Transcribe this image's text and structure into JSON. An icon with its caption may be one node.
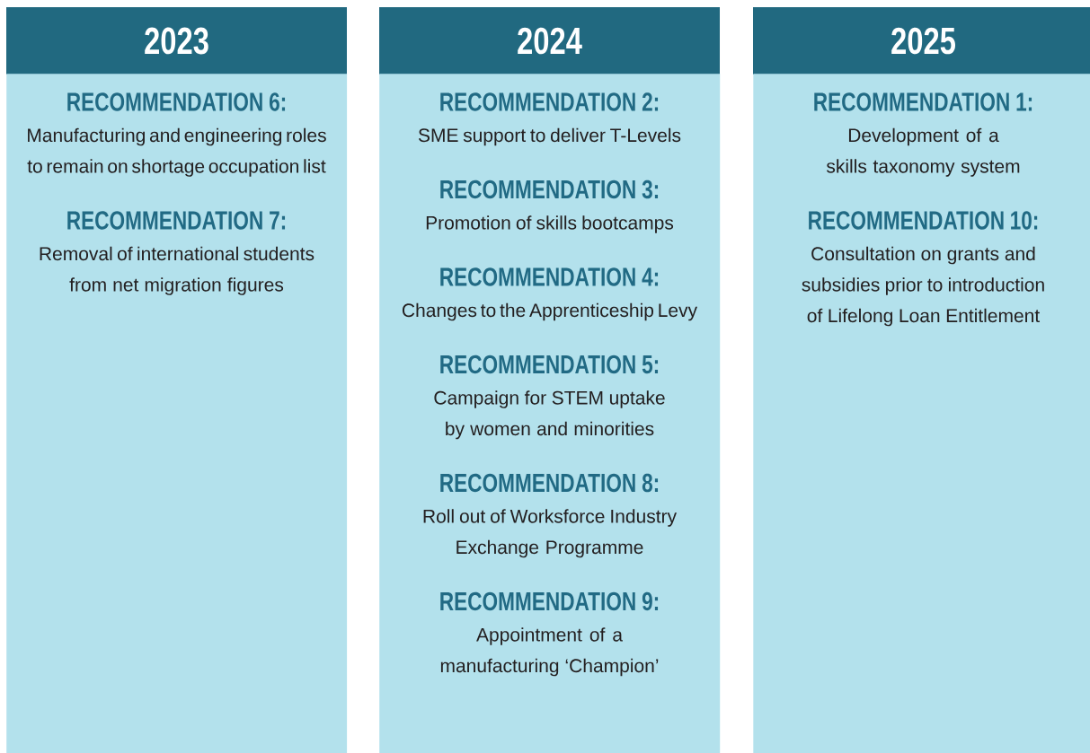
{
  "diagram": {
    "nodes": [
      {
        "text": [
          "2023"
        ]
      },
      {
        "text": [
          "RECOMMENDATION 6:",
          "Manufacturing and engineering roles to remain on shortage occupation list",
          "RECOMMENDATION 7:",
          "Removal of international students from net migration figures"
        ]
      },
      {
        "text": [
          "2024"
        ]
      },
      {
        "text": [
          "RECOMMENDATION 2:",
          "SME support to deliver T-Levels",
          "RECOMMENDATION 3:",
          "Promotion of skills bootcamps",
          "RECOMMENDATION 4:",
          "Changes to the Apprenticeship Levy",
          "RECOMMENDATION 5:",
          "Campaign for STEM uptake by women and minorities",
          "RECOMMENDATION 8:",
          "Roll out of Worksforce Industry Exchange Programme",
          "RECOMMENDATION 9:",
          "Appointment of a manufacturing ‘Champion’"
        ]
      },
      {
        "text": [
          "2025"
        ]
      },
      {
        "text": [
          "RECOMMENDATION 1:",
          "Development of a skills taxonomy system",
          "RECOMMENDATION 10:",
          "Consultation on grants and subsidies prior to introduction of Lifelong Loan Entitlement"
        ]
      }
    ]
  }
}
